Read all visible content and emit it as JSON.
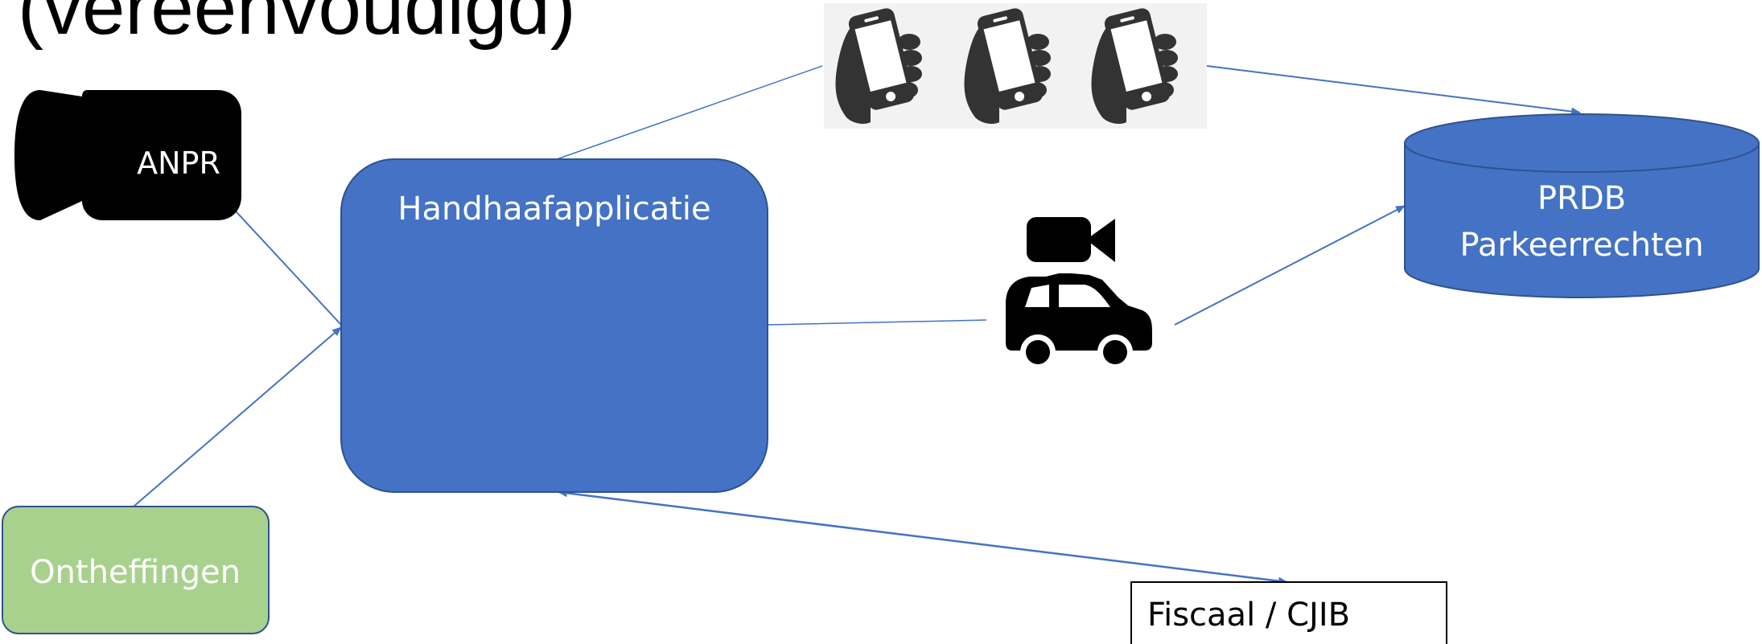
{
  "title": "(vereenvoudigd)",
  "nodes": {
    "anpr": "ANPR",
    "handhaaf": "Handhaafapplicatie",
    "prdb_line1": "PRDB",
    "prdb_line2": "Parkeerrechten",
    "ontheffingen": "Ontheffingen",
    "fiscaal": "Fiscaal / CJIB"
  },
  "colors": {
    "blue": "#4472C4",
    "blue_border": "#2F528F",
    "green": "#A9D18E",
    "green_border": "#2F528F",
    "black": "#000000",
    "phone_gray": "#333333",
    "connector": "#4472C4"
  },
  "icons": {
    "camera": "video-camera-icon",
    "phones": "hand-holding-phone-icon",
    "scan_car": "scan-car-icon",
    "database": "database-cylinder-icon"
  }
}
